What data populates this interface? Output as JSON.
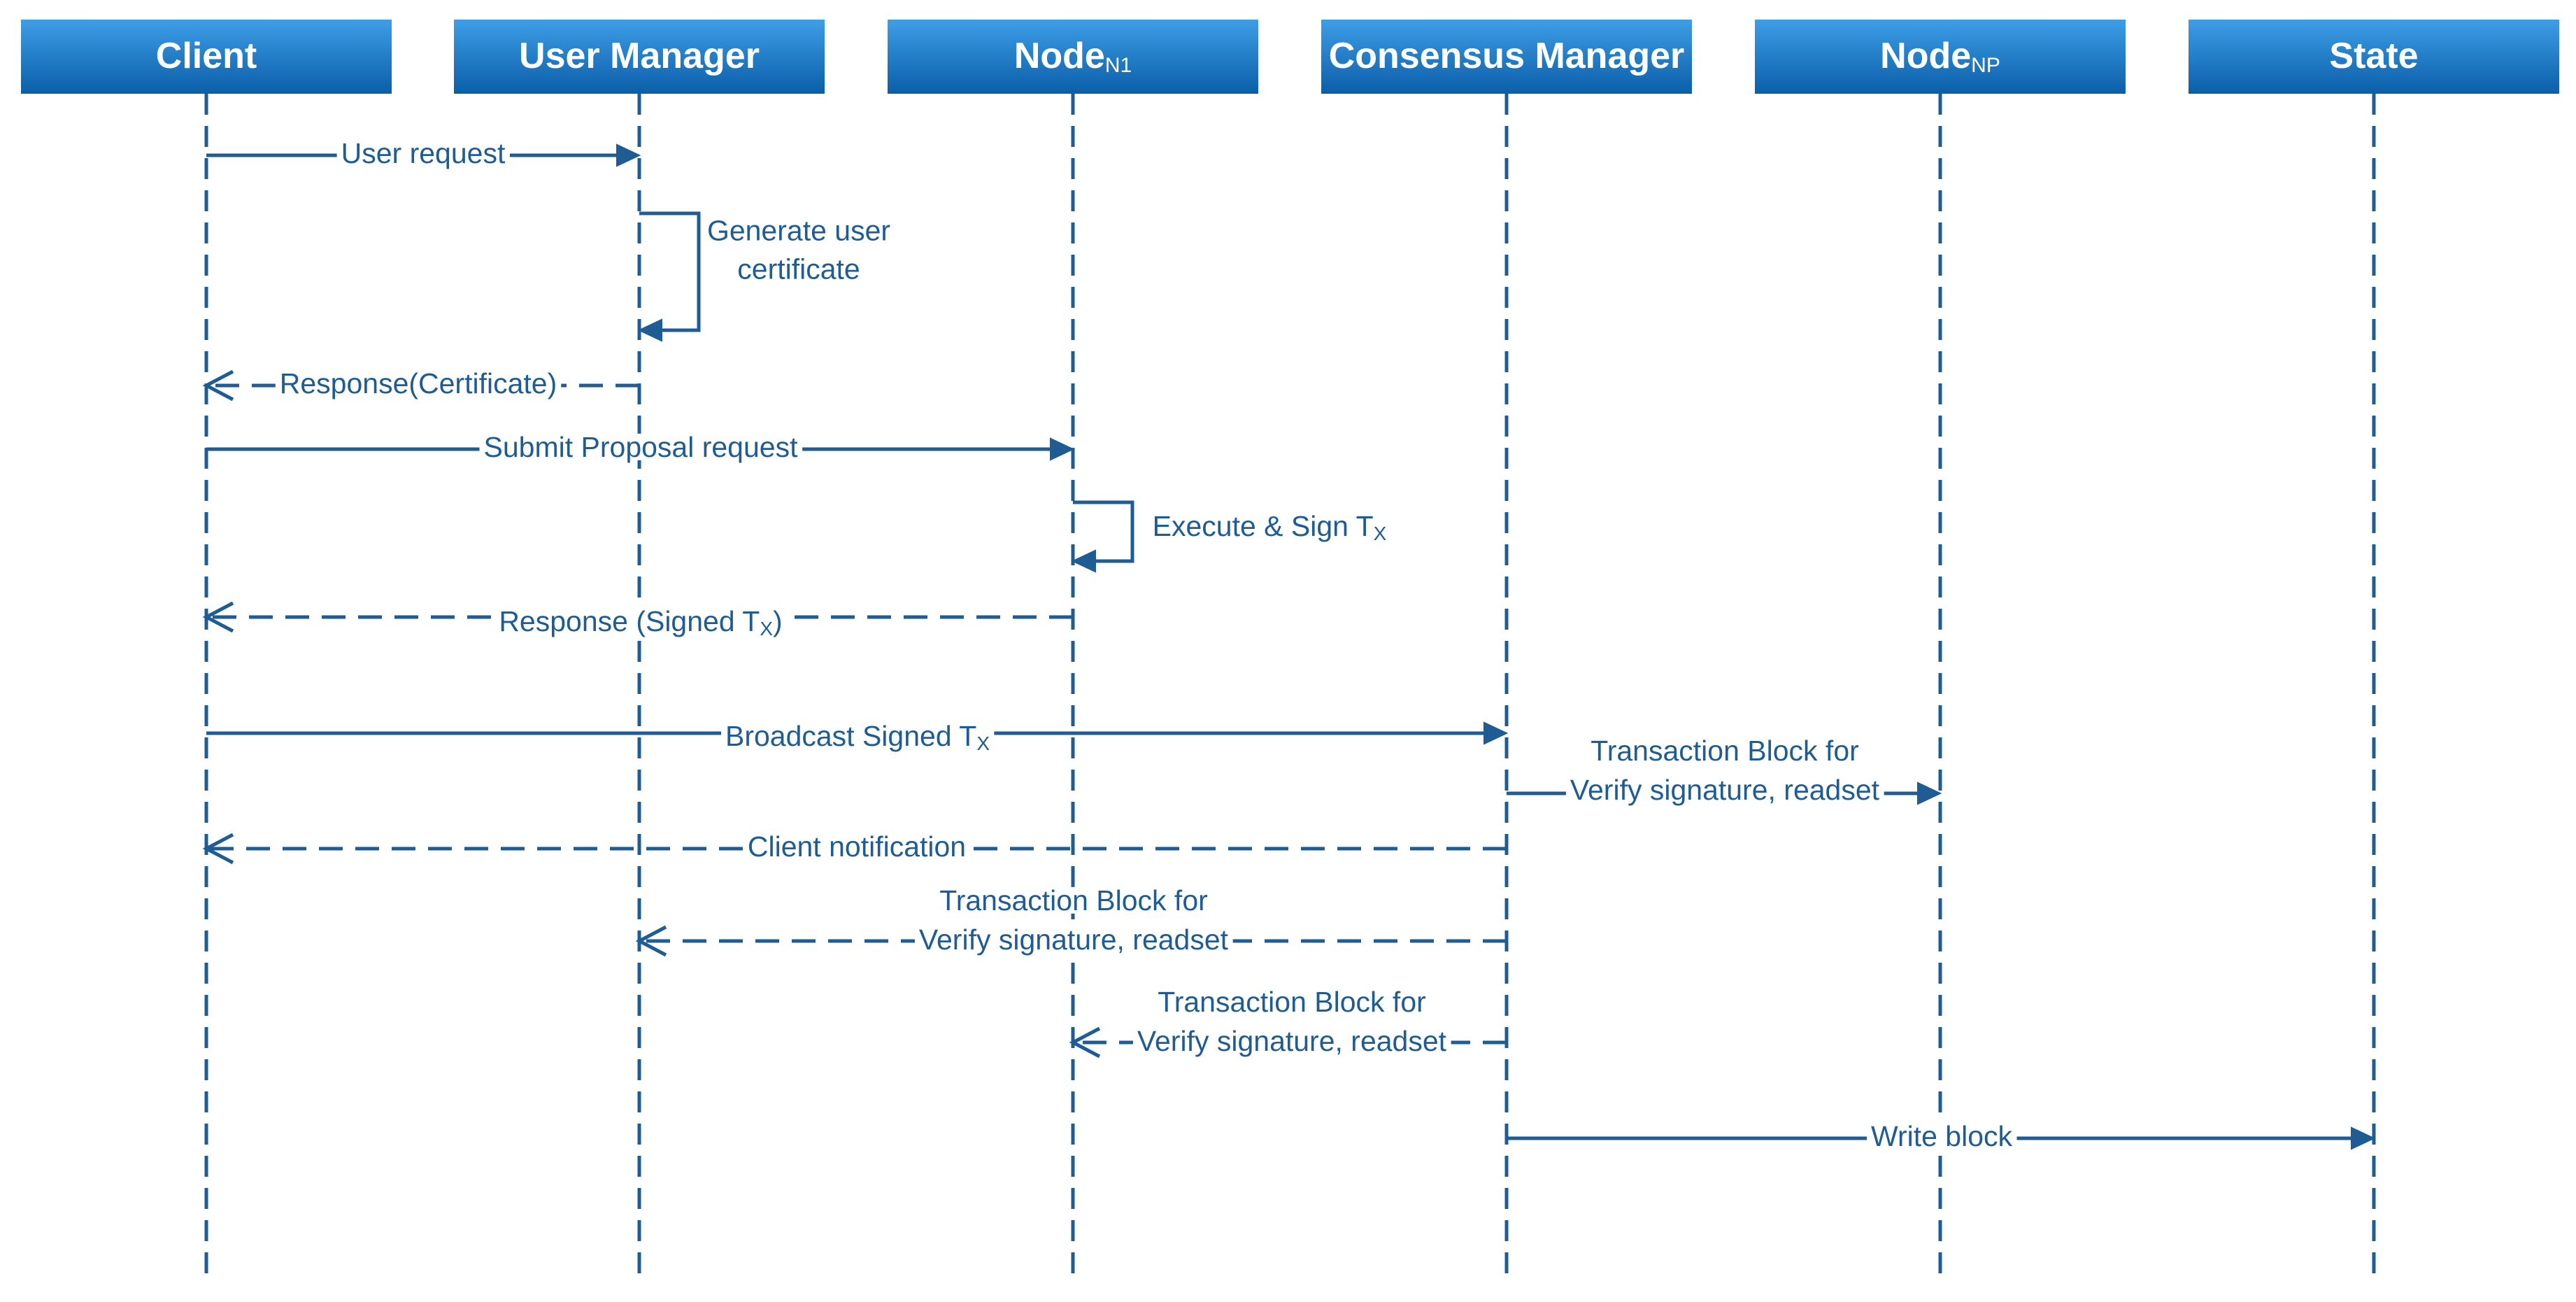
{
  "participants": [
    {
      "name": "Client",
      "sub": ""
    },
    {
      "name": "User Manager",
      "sub": ""
    },
    {
      "name": "Node",
      "sub": "N1"
    },
    {
      "name": "Consensus Manager",
      "sub": ""
    },
    {
      "name": "Node",
      "sub": "NP"
    },
    {
      "name": "State",
      "sub": ""
    }
  ],
  "messages": [
    {
      "from": 0,
      "to": 1,
      "style": "sync",
      "lines": [
        {
          "text": "User request"
        }
      ]
    },
    {
      "from": 1,
      "to": 1,
      "style": "self",
      "lines": [
        {
          "text": "Generate user"
        },
        {
          "text": "certificate"
        }
      ]
    },
    {
      "from": 1,
      "to": 0,
      "style": "reply",
      "lines": [
        {
          "text": "Response(Certificate)"
        }
      ]
    },
    {
      "from": 0,
      "to": 2,
      "style": "sync",
      "lines": [
        {
          "text": "Submit Proposal request"
        }
      ]
    },
    {
      "from": 2,
      "to": 2,
      "style": "self",
      "lines": [
        {
          "text": "Execute & Sign T",
          "sub": "X"
        }
      ]
    },
    {
      "from": 2,
      "to": 0,
      "style": "reply",
      "lines": [
        {
          "text": "Response (Signed T",
          "sub": "X",
          "tail": ")"
        }
      ]
    },
    {
      "from": 0,
      "to": 3,
      "style": "sync",
      "lines": [
        {
          "text": "Broadcast Signed T",
          "sub": "X"
        }
      ]
    },
    {
      "from": 3,
      "to": 4,
      "style": "sync",
      "lines": [
        {
          "text": "Transaction Block for"
        },
        {
          "text": "Verify signature, readset"
        }
      ]
    },
    {
      "from": 3,
      "to": 0,
      "style": "reply",
      "lines": [
        {
          "text": "Client notification"
        }
      ]
    },
    {
      "from": 3,
      "to": 1,
      "style": "reply",
      "lines": [
        {
          "text": "Transaction Block for"
        },
        {
          "text": "Verify signature, readset"
        }
      ]
    },
    {
      "from": 3,
      "to": 2,
      "style": "reply",
      "lines": [
        {
          "text": "Transaction Block for"
        },
        {
          "text": "Verify signature, readset"
        }
      ]
    },
    {
      "from": 3,
      "to": 5,
      "style": "sync",
      "lines": [
        {
          "text": "Write block"
        }
      ]
    }
  ],
  "colors": {
    "line": "#1f5c94",
    "header_top": "#3d9ee6",
    "header_bottom": "#0b5ea8",
    "header_text": "#ffffff",
    "background": "#ffffff"
  }
}
